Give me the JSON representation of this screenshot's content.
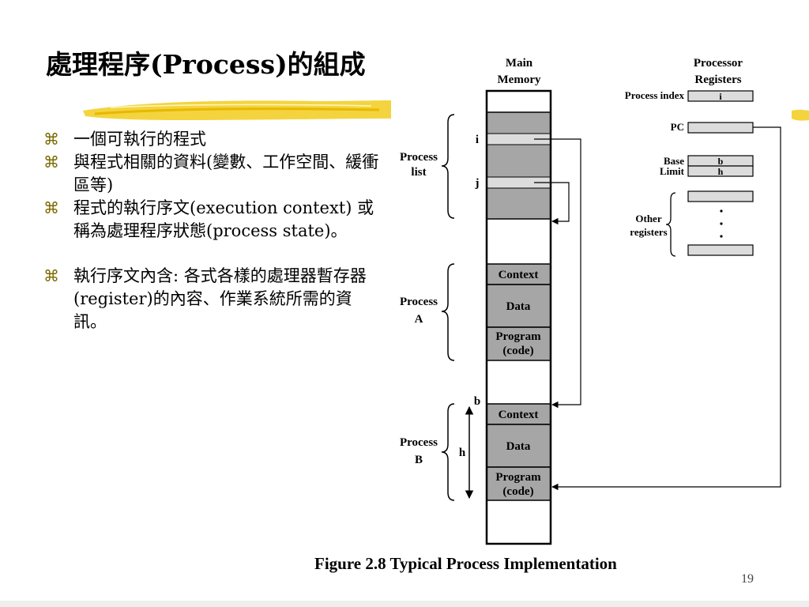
{
  "slide": {
    "title": "處理程序(Process)的組成",
    "bullet_symbol": "⌘",
    "bullets": [
      "一個可執行的程式",
      "與程式相關的資料(變數、工作空間、緩衝區等)",
      "程式的執行序文(execution context) 或稱為處理程序狀態(process state)。",
      "執行序文內含: 各式各樣的處理器暫存器(register)的內容、作業系統所需的資訊。"
    ],
    "page_number": "19"
  },
  "figure": {
    "caption": "Figure 2.8 Typical Process Implementation",
    "main_memory_label": [
      "Main",
      "Memory"
    ],
    "processor_registers_label": [
      "Processor",
      "Registers"
    ],
    "process_index_label": "Process index",
    "process_index_value": "i",
    "pc_label": "PC",
    "base_label": "Base",
    "base_value": "b",
    "limit_label": "Limit",
    "limit_value": "h",
    "other_registers_label": [
      "Other",
      "registers"
    ],
    "process_list_label": [
      "Process",
      "list"
    ],
    "process_list_entries": [
      "i",
      "j"
    ],
    "process_a_label": [
      "Process",
      "A"
    ],
    "process_b_label": [
      "Process",
      "B"
    ],
    "context_label": "Context",
    "data_label": "Data",
    "program_label": [
      "Program",
      "(code)"
    ],
    "b_marker": "b",
    "h_marker": "h",
    "colors": {
      "shaded": "#a6a6a6",
      "entry": "#dcdcdc",
      "brush": "#f2cc1c"
    }
  }
}
